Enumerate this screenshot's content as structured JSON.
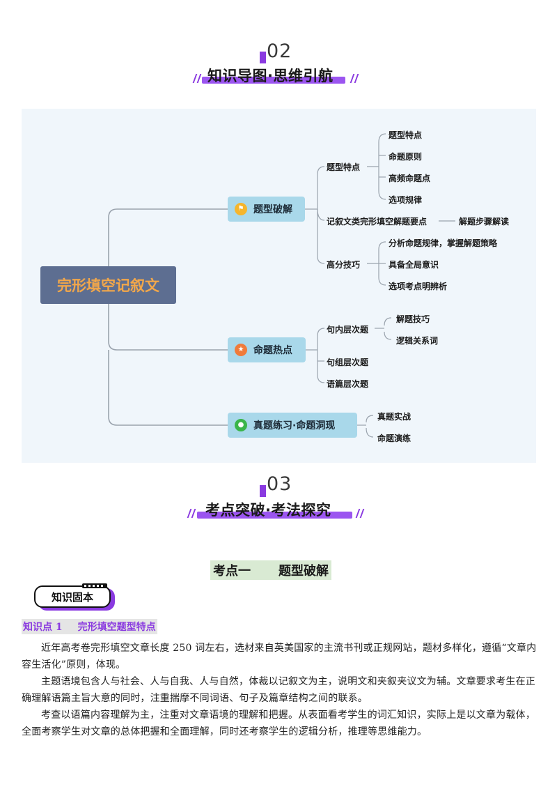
{
  "section02": {
    "number": "02",
    "title": "知识导图·思维引航"
  },
  "mindmap": {
    "root": "完形填空记叙文",
    "branches": [
      {
        "label": "题型破解",
        "icon": "flag-icon",
        "icon_color": "#f5b52c",
        "children": [
          {
            "label": "题型特点",
            "children": [
              "题型特点",
              "命题原则",
              "高频命题点",
              "选项规律"
            ]
          },
          {
            "label": "记叙文类完形填空解题要点",
            "children": [
              "解题步骤解读"
            ]
          },
          {
            "label": "高分技巧",
            "children": [
              "分析命题规律，掌握解题策略",
              "具备全局意识",
              "选项考点明辨析"
            ]
          }
        ]
      },
      {
        "label": "命题热点",
        "icon": "star-icon",
        "icon_color": "#f07b3a",
        "children": [
          {
            "label": "句内层次题",
            "children": [
              "解题技巧",
              "逻辑关系词"
            ]
          },
          {
            "label": "句组层次题",
            "children": []
          },
          {
            "label": "语篇层次题",
            "children": []
          }
        ]
      },
      {
        "label": "真题练习·命题洞现",
        "icon": "lock-icon",
        "icon_color": "#3ab54a",
        "children": [
          {
            "label": "真题实战",
            "children": []
          },
          {
            "label": "命题演练",
            "children": []
          }
        ]
      }
    ]
  },
  "section03": {
    "number": "03",
    "title": "考点突破·考法探究"
  },
  "kaodian": {
    "label": "考点一",
    "title": "题型破解"
  },
  "badge": {
    "label": "知识固本"
  },
  "knowledge_point": {
    "number": "知识点 1",
    "title": "完形填空题型特点"
  },
  "paragraphs": [
    "近年高考卷完形填空文章长度 250 词左右，选材来自英美国家的主流书刊或正规网站，题材多样化，遵循“文章内容生活化”原则，体现。",
    "主题语境包含人与社会、人与自我、人与自然，体裁以记叙文为主，说明文和夹叙夹议文为辅。文章要求考生在正确理解语篇主旨大意的同时，注重揣摩不同词语、句子及篇章结构之间的联系。",
    "考查以语篇内容理解为主，注重对文章语境的理解和把握。从表面看考学生的词汇知识，实际上是以文章为载体，全面考察学生对文章的总体把握和全面理解，同时还考察学生的逻辑分析，推理等思维能力。"
  ],
  "colors": {
    "accent": "#8a3ae0",
    "root_bg": "#5d6e91",
    "root_text": "#f2a74a",
    "branch_bg": "#a9d8ea",
    "map_bg": "#f0f6fb"
  }
}
